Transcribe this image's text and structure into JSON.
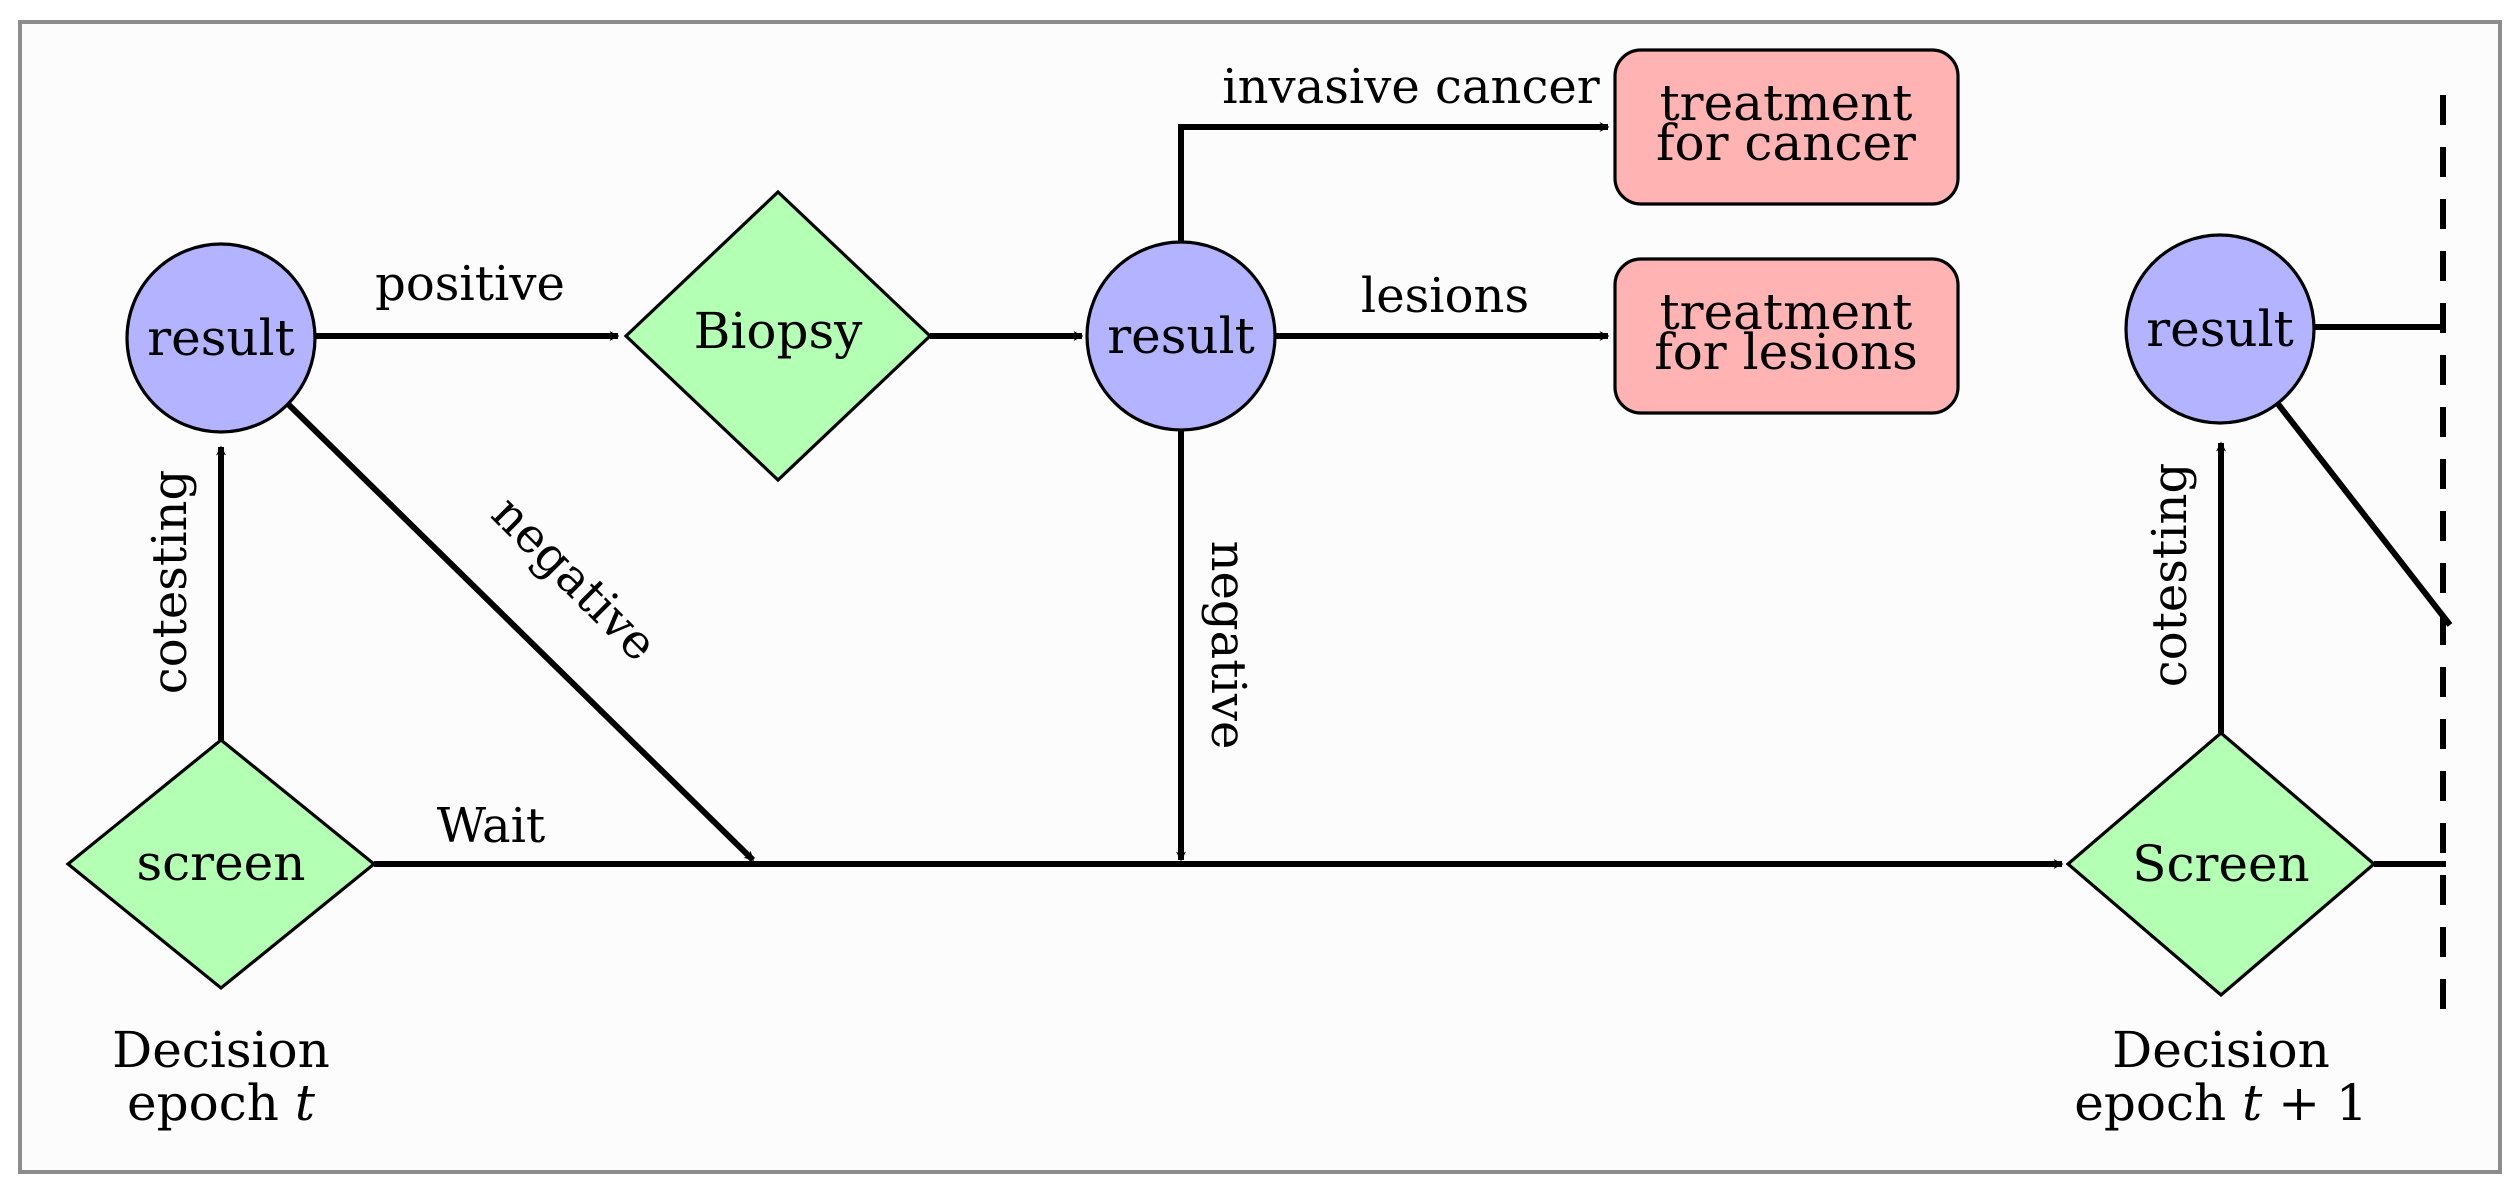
{
  "nodes": {
    "screen_t": "screen",
    "result_t": "result",
    "biopsy": "Biopsy",
    "result_biopsy": "result",
    "treatment_cancer": [
      "treatment",
      "for cancer"
    ],
    "treatment_lesions": [
      "treatment",
      "for lesions"
    ],
    "screen_t1": "Screen",
    "result_t1": "result"
  },
  "edges": {
    "cotesting_t": "cotesting",
    "positive": "positive",
    "negative_diag": "negative",
    "wait": "Wait",
    "invasive_cancer": "invasive cancer",
    "lesions": "lesions",
    "negative_down": "negative",
    "cotesting_t1": "cotesting"
  },
  "captions": {
    "epoch_t": {
      "line1": "Decision",
      "line2_prefix": "epoch ",
      "var": "t",
      "suffix": ""
    },
    "epoch_t1": {
      "line1": "Decision",
      "line2_prefix": "epoch ",
      "var": "t",
      "suffix": " + 1"
    }
  },
  "colors": {
    "decision": "#b3ffb3",
    "result": "#b3b3ff",
    "treatment": "#ffb3b3"
  }
}
